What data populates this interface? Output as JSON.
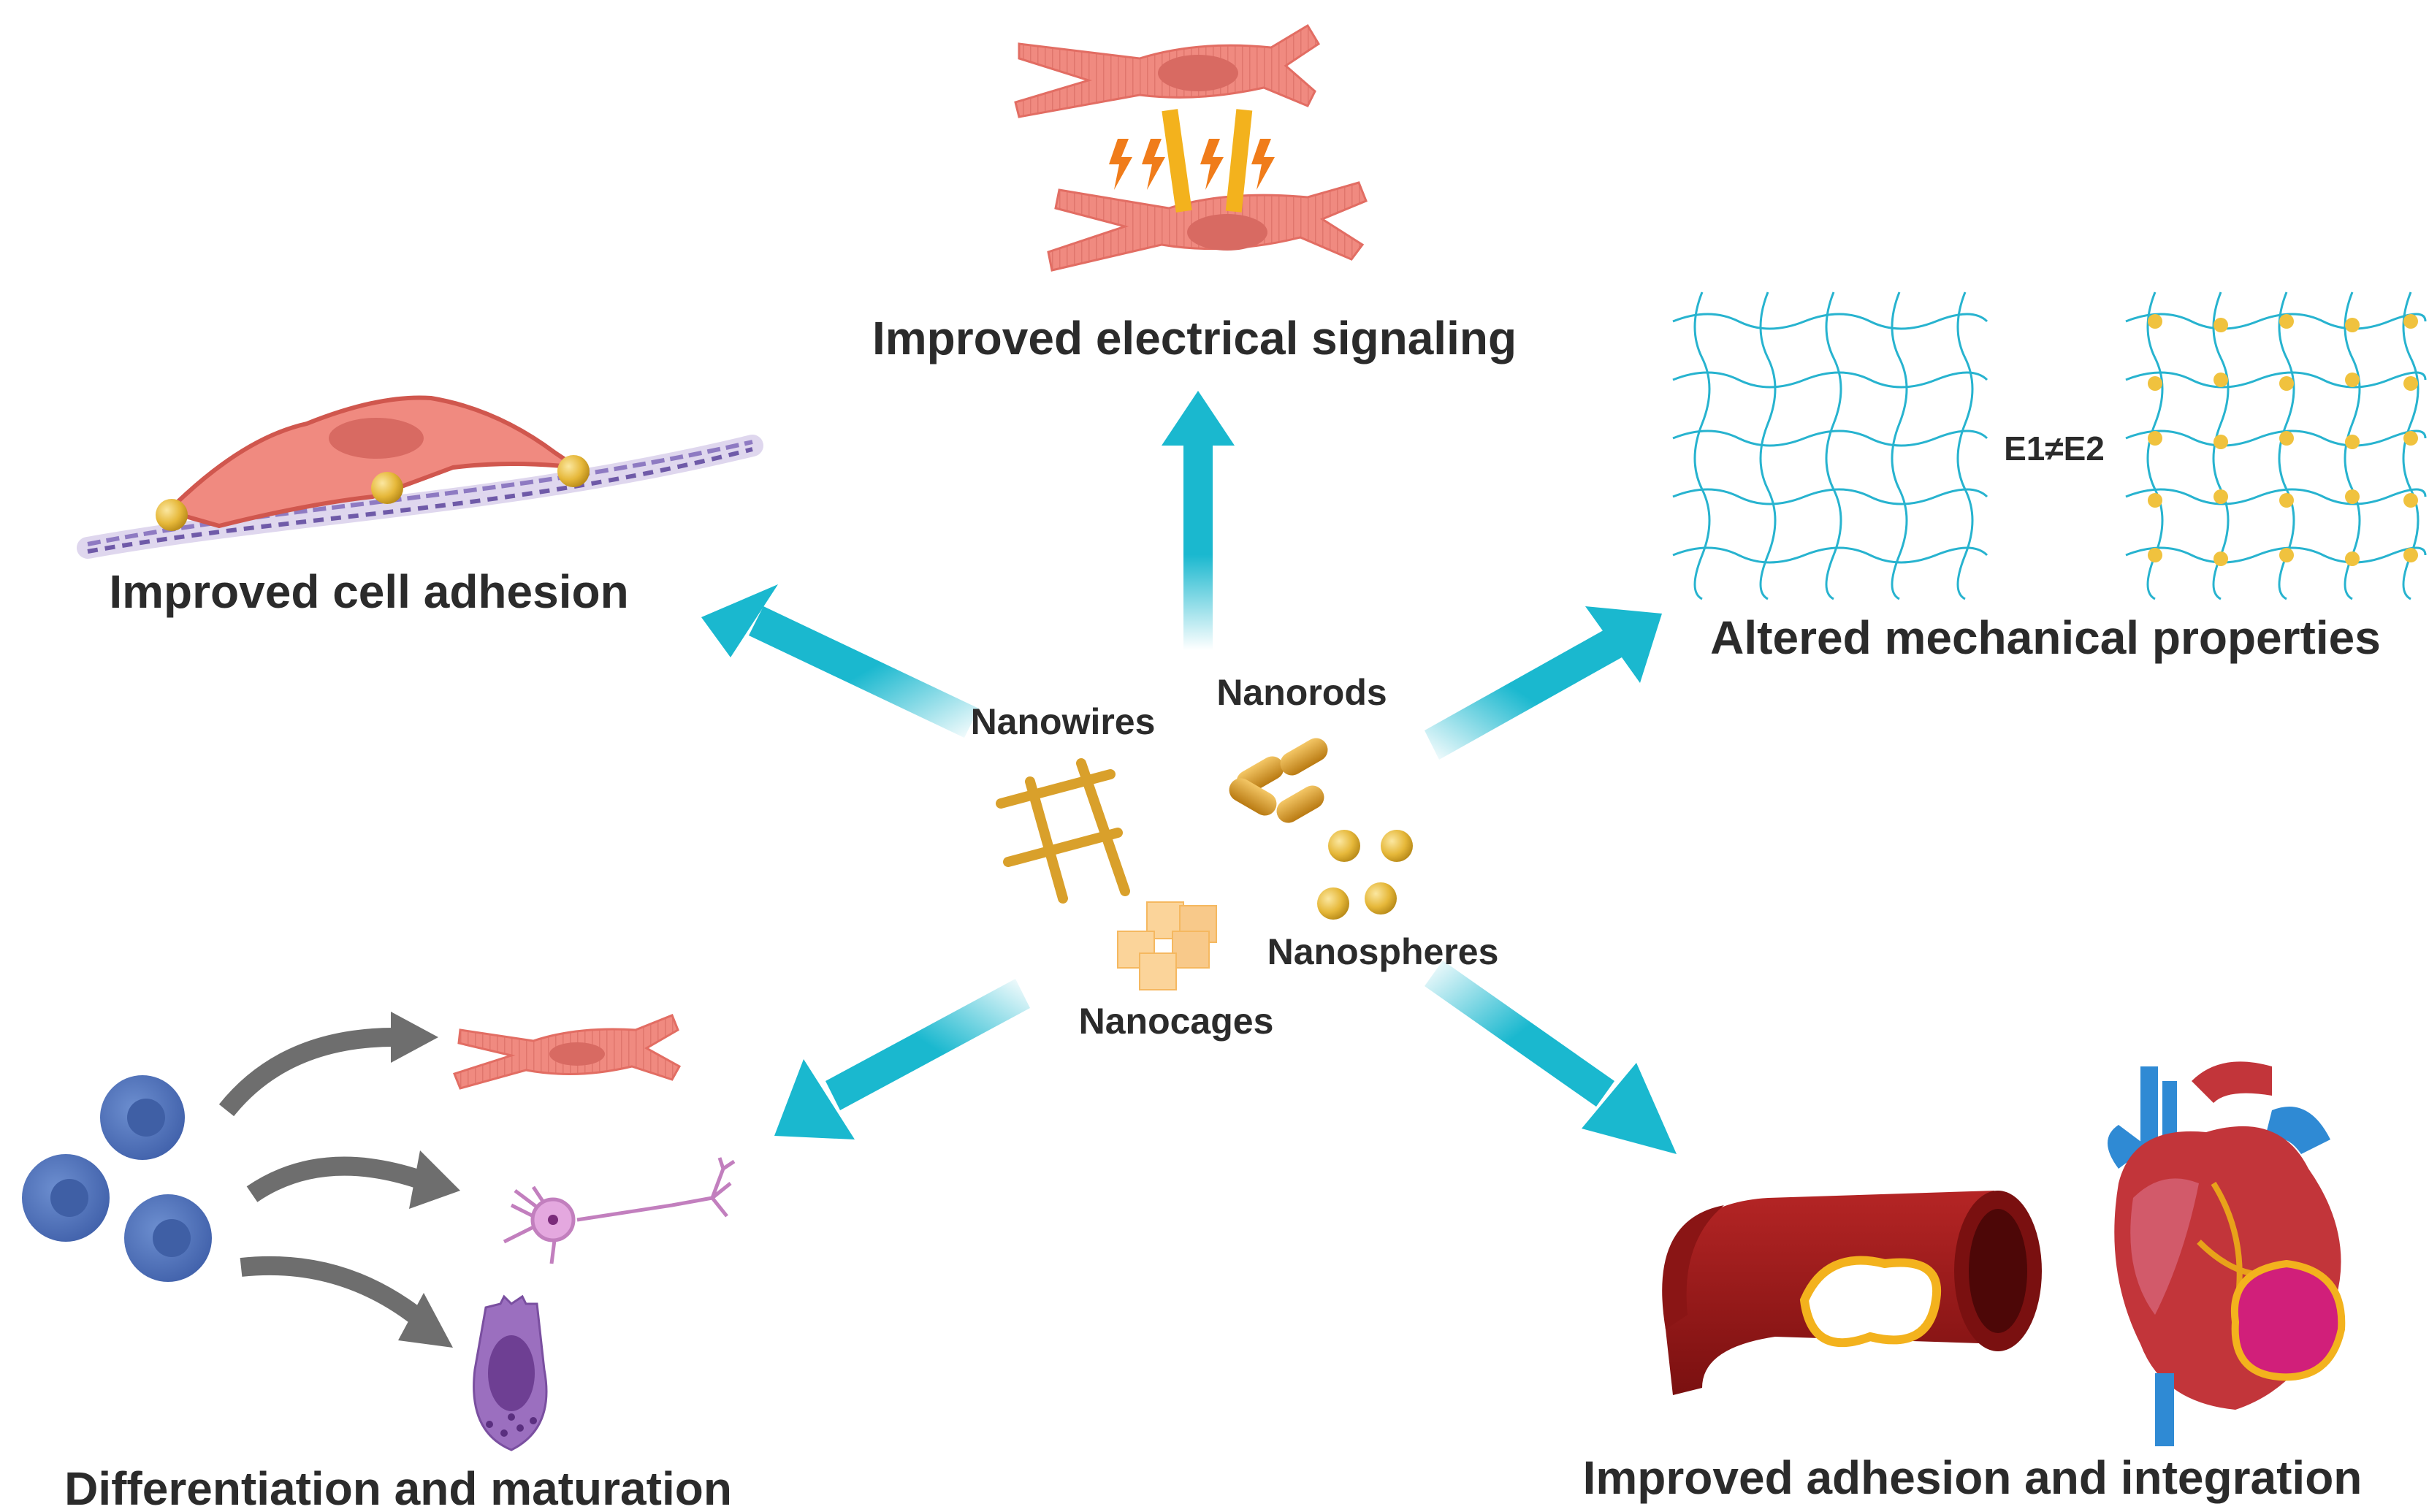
{
  "center": {
    "items": [
      {
        "label": "Nanowires"
      },
      {
        "label": "Nanorods"
      },
      {
        "label": "Nanospheres"
      },
      {
        "label": "Nanocages"
      }
    ]
  },
  "outcomes": {
    "electrical": "Improved electrical signaling",
    "adhesion": "Improved cell adhesion",
    "mechanical": "Altered mechanical properties",
    "differentiation": "Differentiation and maturation",
    "integration": "Improved adhesion and integration"
  },
  "mechanical_equation": "E1≠E2",
  "colors": {
    "arrow": "#1ab8cf",
    "cell": "#f08a80",
    "nucleus": "#d86a62",
    "gold": "#e6b83a",
    "fiber": "#8e7ac2",
    "network": "#27b3cf",
    "stem": "#4a6fb8",
    "neuron": "#c27fbe",
    "epithelial": "#9b6fbf",
    "vessel": "#9e1d1d",
    "heart": "#c2353a"
  }
}
